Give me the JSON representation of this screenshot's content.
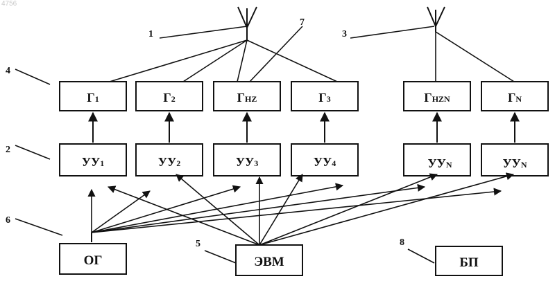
{
  "watermark": "4756",
  "callouts": [
    "1",
    "2",
    "3",
    "4",
    "5",
    "6",
    "7",
    "8"
  ],
  "generators": [
    {
      "main": "Г",
      "sub": "1"
    },
    {
      "main": "Г",
      "sub": "2"
    },
    {
      "main": "Г",
      "sub": "HZ"
    },
    {
      "main": "Г",
      "sub": "3"
    },
    {
      "main": "Г",
      "sub": "HZN"
    },
    {
      "main": "Г",
      "sub": "N"
    }
  ],
  "control_units": [
    {
      "main": "УУ",
      "sub": "1"
    },
    {
      "main": "УУ",
      "sub": "2"
    },
    {
      "main": "УУ",
      "sub": "3"
    },
    {
      "main": "УУ",
      "sub": "4"
    },
    {
      "main": "УУ",
      "sub": "N"
    },
    {
      "main": "УУ",
      "sub": "N"
    }
  ],
  "bottom": {
    "og": "ОГ",
    "evm": "ЭВМ",
    "bp": "БП"
  }
}
